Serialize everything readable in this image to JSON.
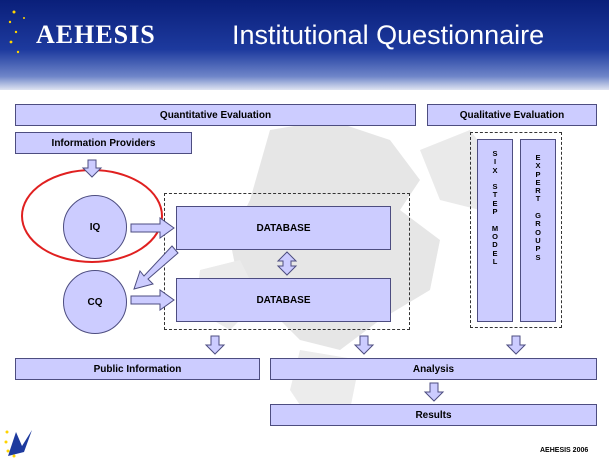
{
  "header": {
    "brand": "AEHESIS",
    "title": "Institutional Questionnaire"
  },
  "diagram": {
    "quantitative": "Quantitative Evaluation",
    "qualitative": "Qualitative Evaluation",
    "info_providers": "Information Providers",
    "iq": "IQ",
    "cq": "CQ",
    "database_top": "DATABASE",
    "database_bottom": "DATABASE",
    "six_step_model": "S\nI\nX\n\nS\nT\nE\nP\n\nM\nO\nD\nE\nL",
    "expert_groups": "E\nX\nP\nE\nR\nT\n\nG\nR\nO\nU\nP\nS",
    "public_information": "Public Information",
    "analysis": "Analysis",
    "results": "Results"
  },
  "footer": {
    "label": "AEHESIS 2006"
  },
  "colors": {
    "box_fill": "#ccccff",
    "highlight_ring": "#e02020",
    "header_blue": "#1d3a9e"
  }
}
